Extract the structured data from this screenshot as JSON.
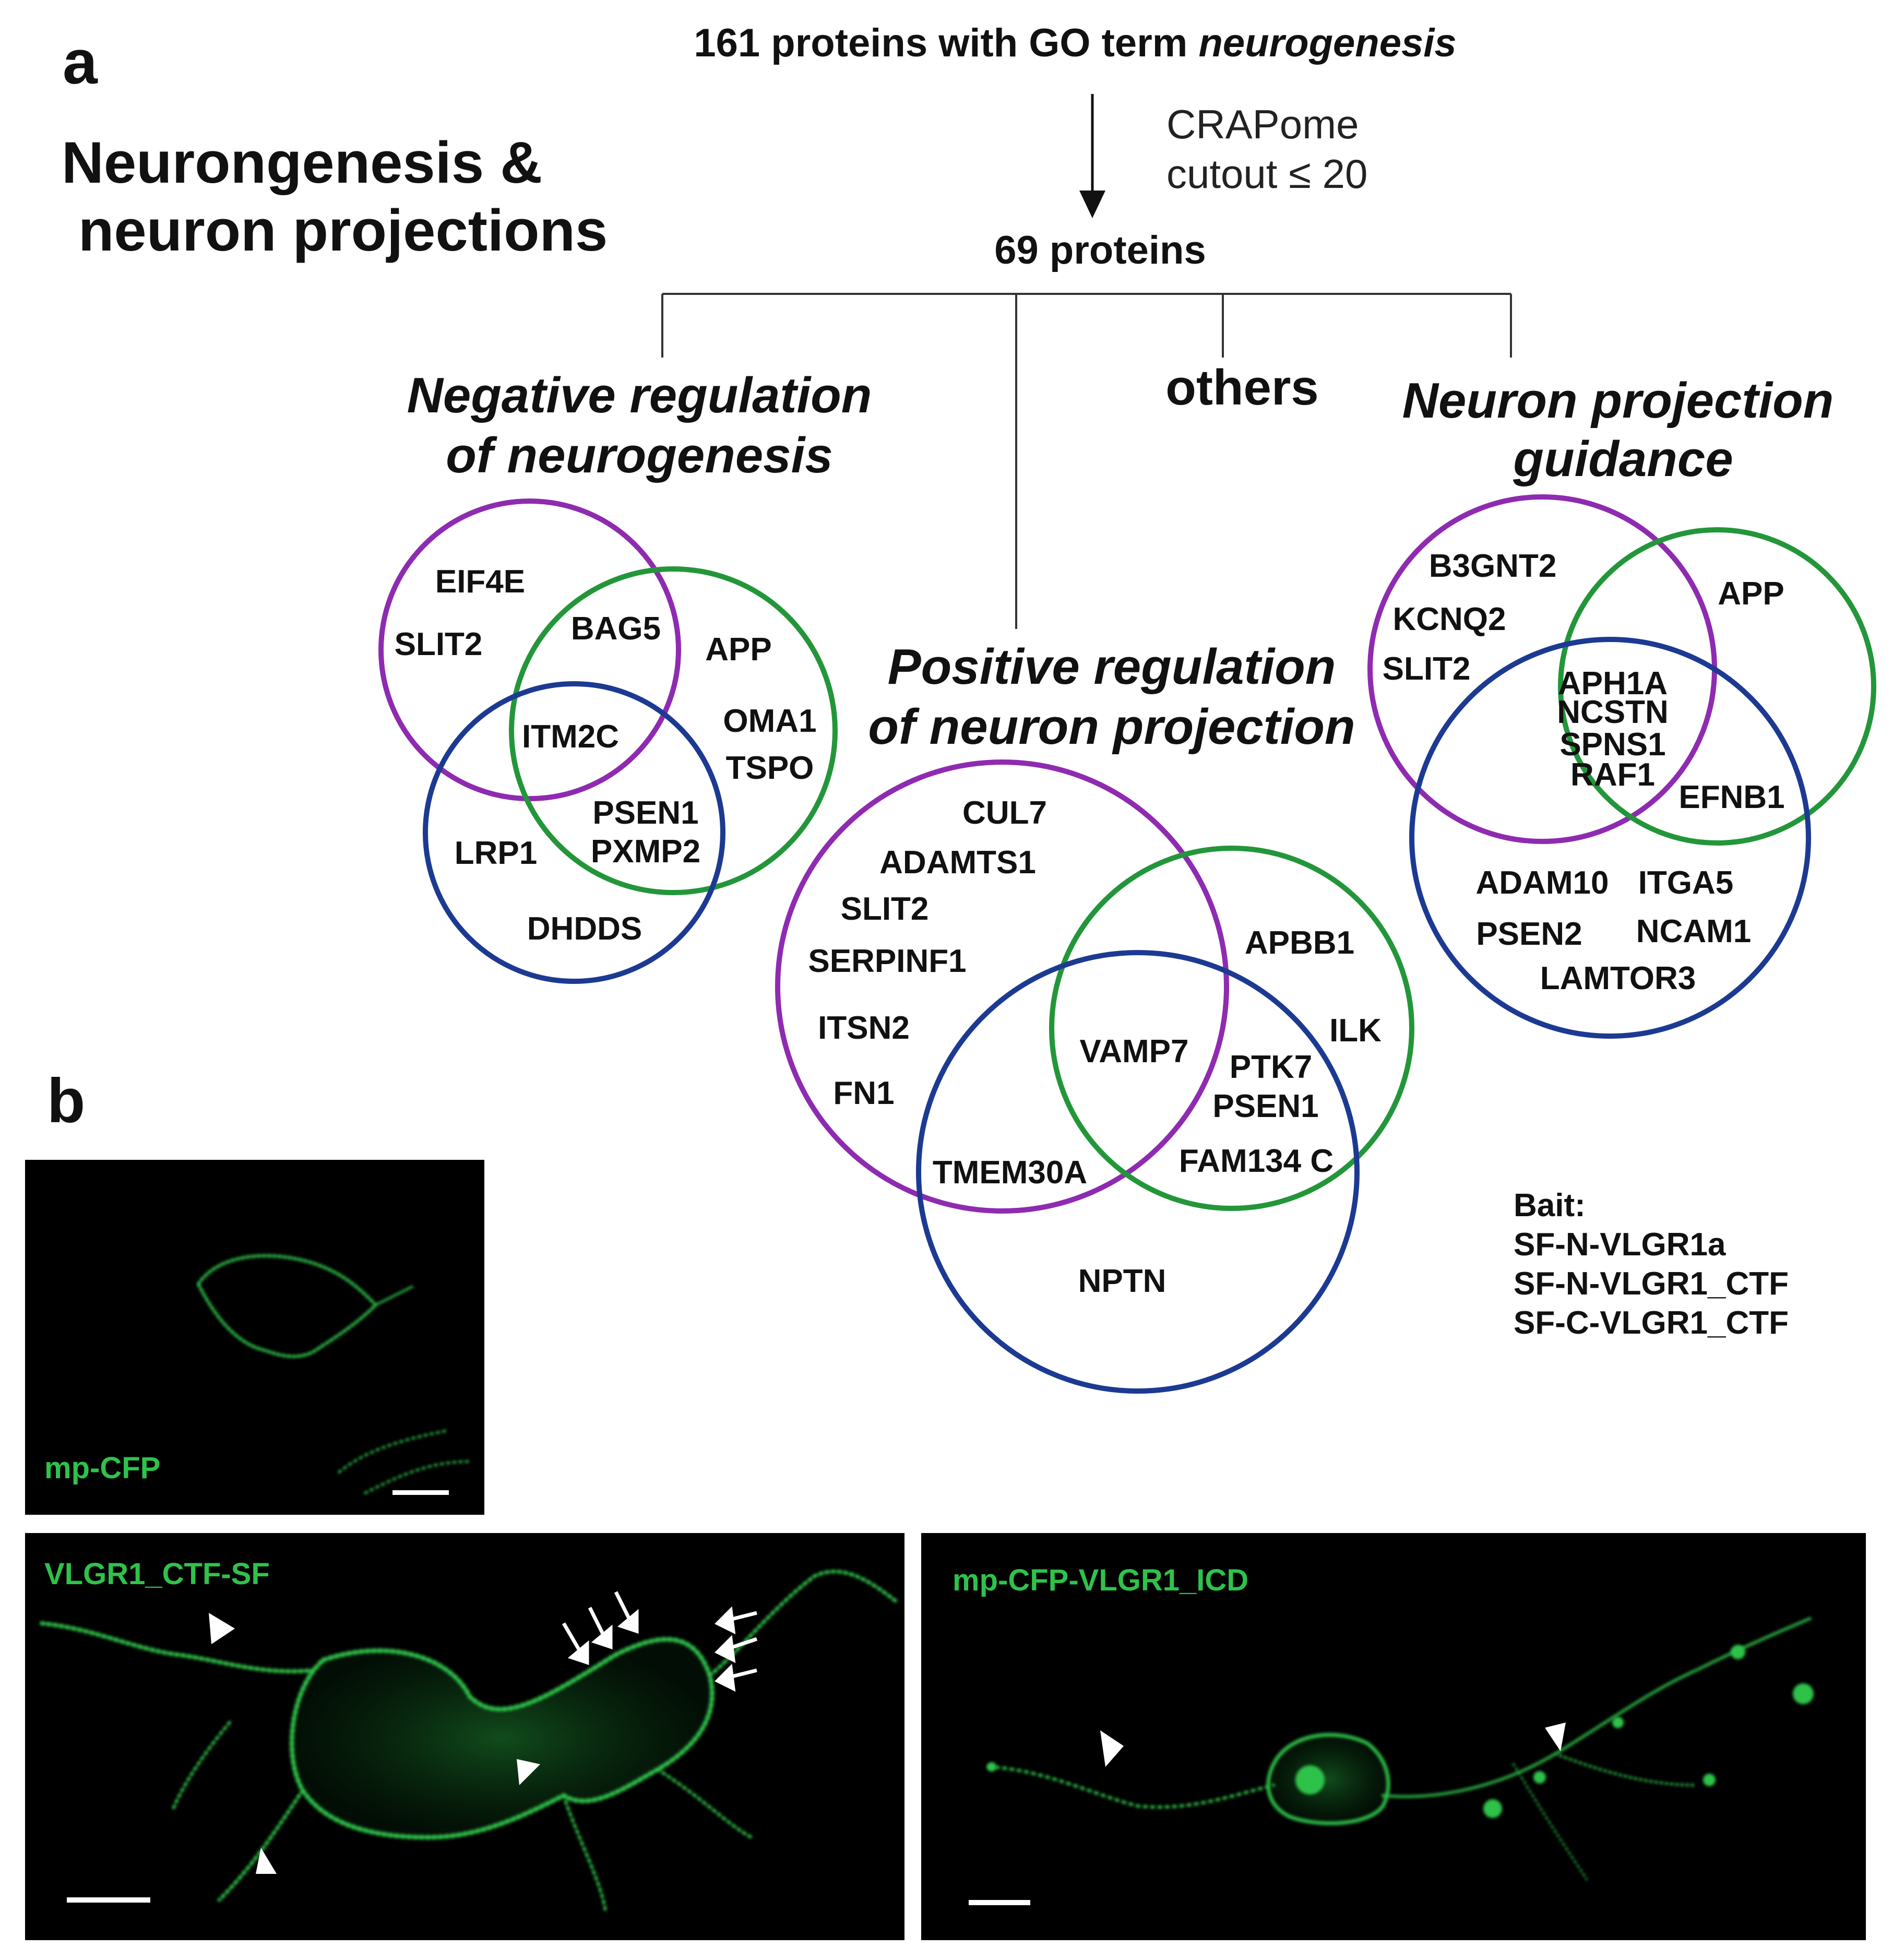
{
  "panel_a": {
    "label": "a",
    "side_title": {
      "line1": "Neurongenesis &",
      "line2": "neuron projections"
    },
    "top_text": {
      "prefix": "161 proteins with GO term ",
      "term": "neurogenesis"
    },
    "filter": {
      "line1": "CRAPome",
      "line2": "cutout ≤ 20"
    },
    "count": "69 proteins",
    "categories": {
      "negative": {
        "line1": "Negative regulation",
        "line2": "of neurogenesis"
      },
      "positive": {
        "line1": "Positive regulation",
        "line2": "of neuron projection"
      },
      "others": "others",
      "guidance": {
        "line1": "Neuron projection",
        "line2": "guidance"
      }
    },
    "venn_negative": {
      "purple_only": [
        "EIF4E",
        "SLIT2"
      ],
      "purple_green": [
        "BAG5"
      ],
      "green_only": [
        "APP",
        "OMA1",
        "TSPO"
      ],
      "all_three": [
        "ITM2C"
      ],
      "green_blue": [
        "PSEN1",
        "PXMP2"
      ],
      "blue_only": [
        "LRP1",
        "DHDDS"
      ]
    },
    "venn_positive": {
      "purple_only": [
        "CUL7",
        "ADAMTS1",
        "SLIT2",
        "SERPINF1",
        "ITSN2",
        "FN1"
      ],
      "green_only": [
        "APBB1",
        "ILK"
      ],
      "all_three": [
        "VAMP7"
      ],
      "green_blue": [
        "PTK7",
        "PSEN1",
        "FAM134 C"
      ],
      "purple_blue": [
        "TMEM30A"
      ],
      "blue_only": [
        "NPTN"
      ]
    },
    "venn_guidance": {
      "purple_only": [
        "B3GNT2",
        "KCNQ2",
        "SLIT2"
      ],
      "green_only": [
        "APP"
      ],
      "all_three": [
        "APH1A",
        "NCSTN",
        "SPNS1",
        "RAF1"
      ],
      "green_blue": [
        "EFNB1"
      ],
      "blue_only": [
        "ADAM10",
        "ITGA5",
        "PSEN2",
        "NCAM1",
        "LAMTOR3"
      ]
    },
    "legend": {
      "title": "Bait:",
      "items": [
        {
          "label": "SF-N-VLGR1a",
          "color": "#8e2bb0"
        },
        {
          "label": "SF-N-VLGR1_CTF",
          "color": "#23963a"
        },
        {
          "label": "SF-C-VLGR1_CTF",
          "color": "#1c3a92"
        }
      ]
    }
  },
  "panel_b": {
    "label": "b",
    "images": [
      {
        "label": "mp-CFP"
      },
      {
        "label": "VLGR1_CTF-SF"
      },
      {
        "label": "mp-CFP-VLGR1_ICD"
      }
    ],
    "colors": {
      "signal": "#2fc24a",
      "background": "#000000",
      "marker": "#ffffff"
    }
  }
}
